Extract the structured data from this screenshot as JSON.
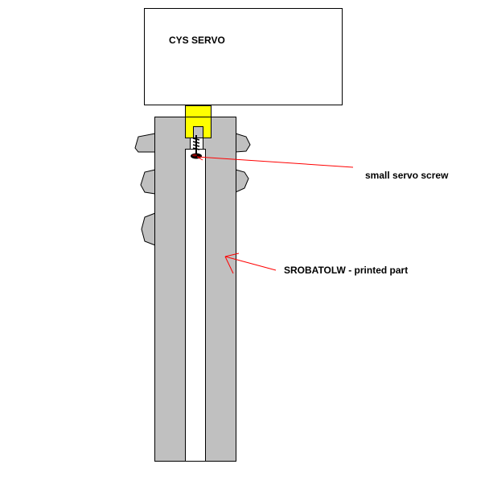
{
  "servo": {
    "label": "CYS SERVO"
  },
  "annotations": {
    "screw_label": "small servo screw",
    "part_label": "SROBATOLW - printed part"
  },
  "colors": {
    "background": "#ffffff",
    "outline": "#000000",
    "printed_part": "#c0c0c0",
    "servo_horn": "#ffff00",
    "leader_line": "#ff0000",
    "slot": "#ffffff"
  }
}
